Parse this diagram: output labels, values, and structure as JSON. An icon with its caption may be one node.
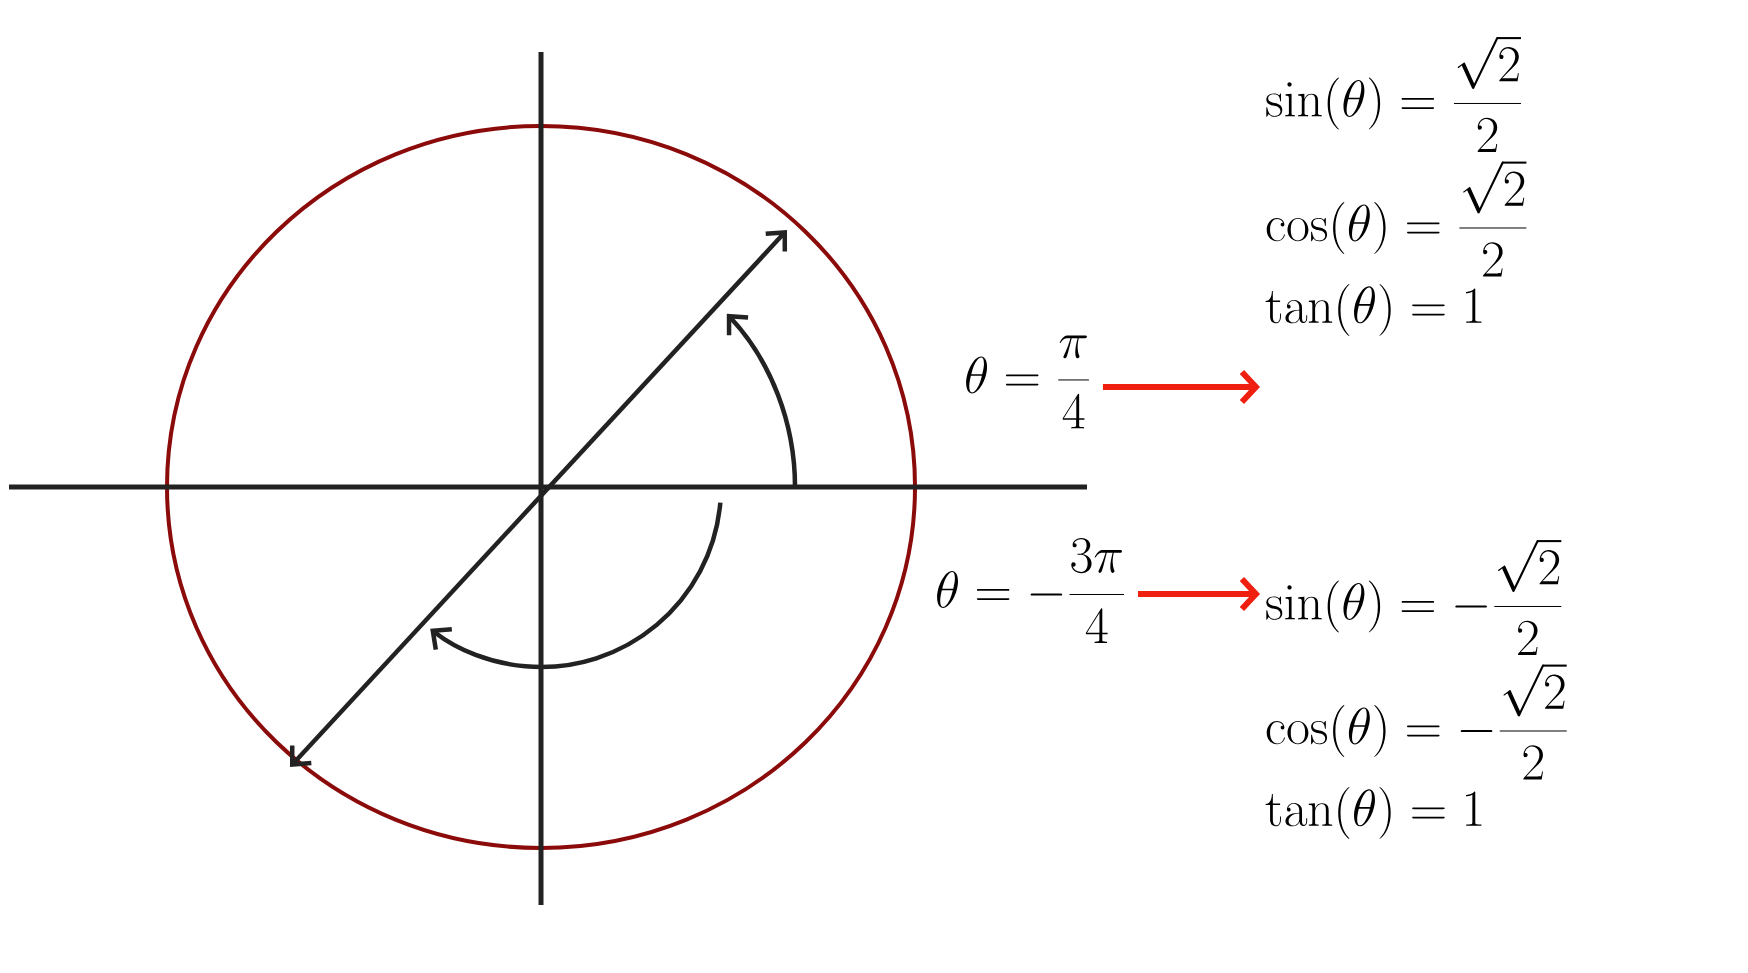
{
  "diagram": {
    "nodes": [
      {
        "text": [
          "\\theta = \\frac{\\pi}{4}"
        ]
      },
      {
        "text": [
          "\\sin(\\theta) = \\frac{\\sqrt{2}}{2}",
          "\\cos(\\theta) = \\frac{\\sqrt{2}}{2}",
          "\\tan(\\theta) = 1"
        ]
      },
      {
        "text": [
          "\\theta = -\\frac{3\\pi}{4}"
        ]
      },
      {
        "text": [
          "\\sin(\\theta) = -\\frac{\\sqrt{2}}{2}",
          "\\cos(\\theta) = -\\frac{\\sqrt{2}}{2}",
          "\\tan(\\theta) = 1"
        ]
      }
    ],
    "edges": [
      {
        "from": 0,
        "to": 1,
        "arrow": "to"
      },
      {
        "from": 2,
        "to": 3,
        "arrow": "to"
      }
    ]
  }
}
